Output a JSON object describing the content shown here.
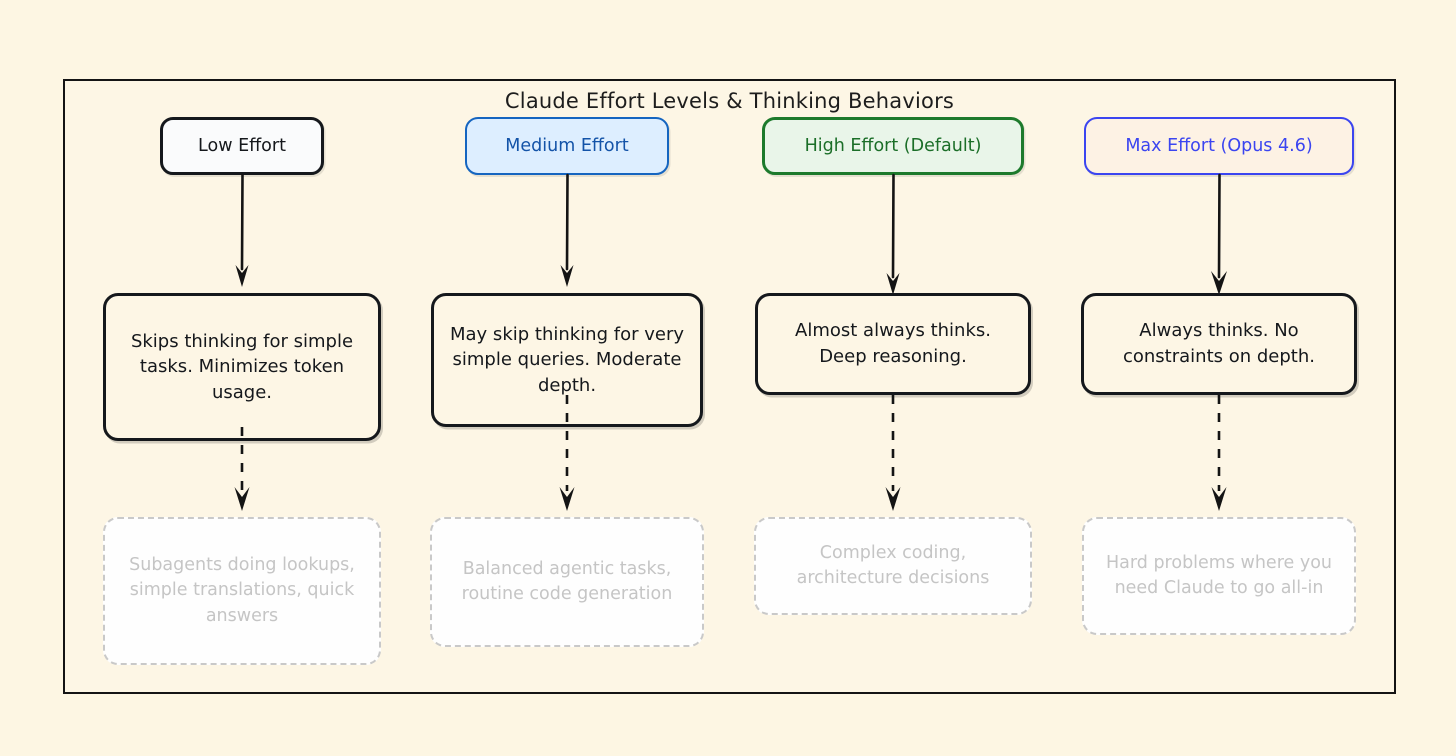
{
  "diagram": {
    "title": "Claude Effort Levels & Thinking Behaviors",
    "type": "flowchart",
    "background_color": "#fdf6e3",
    "frame_border_color": "#141414",
    "columns": [
      {
        "id": "low",
        "header": {
          "label": "Low Effort",
          "fill": "#fafbfc",
          "border": "#15181c",
          "text_color": "#15181c"
        },
        "description": {
          "label": "Skips thinking for simple tasks. Minimizes token usage.",
          "fill": "#fdf6e5",
          "border": "#15181c",
          "text_color": "#15181c"
        },
        "example": {
          "label": "Subagents doing lookups, simple translations, quick answers",
          "fill": "#fefefe",
          "border": "#c9c9c9",
          "text_color": "#c5c5c5",
          "border_style": "dashed"
        },
        "connector_header_to_description": "solid-arrow",
        "connector_description_to_example": "dashed-arrow"
      },
      {
        "id": "medium",
        "header": {
          "label": "Medium Effort",
          "fill": "#ddeeff",
          "border": "#1565c0",
          "text_color": "#1353a8"
        },
        "description": {
          "label": "May skip thinking for very simple queries. Moderate depth.",
          "fill": "#fdf6e5",
          "border": "#15181c",
          "text_color": "#15181c"
        },
        "example": {
          "label": "Balanced agentic tasks, routine code generation",
          "fill": "#fefefe",
          "border": "#c9c9c9",
          "text_color": "#c5c5c5",
          "border_style": "dashed"
        },
        "connector_header_to_description": "solid-arrow",
        "connector_description_to_example": "dashed-arrow"
      },
      {
        "id": "high",
        "header": {
          "label": "High Effort (Default)",
          "fill": "#e9f5e9",
          "border": "#1d7a2c",
          "text_color": "#1b6e28"
        },
        "description": {
          "label": "Almost always thinks. Deep reasoning.",
          "fill": "#fdf6e5",
          "border": "#15181c",
          "text_color": "#15181c"
        },
        "example": {
          "label": "Complex coding, architecture decisions",
          "fill": "#fefefe",
          "border": "#c9c9c9",
          "text_color": "#c5c5c5",
          "border_style": "dashed"
        },
        "connector_header_to_description": "solid-arrow",
        "connector_description_to_example": "dashed-arrow"
      },
      {
        "id": "max",
        "header": {
          "label": "Max Effort (Opus 4.6)",
          "fill": "#fdf2e4",
          "border": "#3b45f0",
          "text_color": "#3b45f0"
        },
        "description": {
          "label": "Always thinks. No constraints on depth.",
          "fill": "#fdf6e5",
          "border": "#15181c",
          "text_color": "#15181c"
        },
        "example": {
          "label": "Hard problems where you need Claude to go all-in",
          "fill": "#fefefe",
          "border": "#c9c9c9",
          "text_color": "#c5c5c5",
          "border_style": "dashed"
        },
        "connector_header_to_description": "solid-arrow",
        "connector_description_to_example": "dashed-arrow"
      }
    ]
  }
}
